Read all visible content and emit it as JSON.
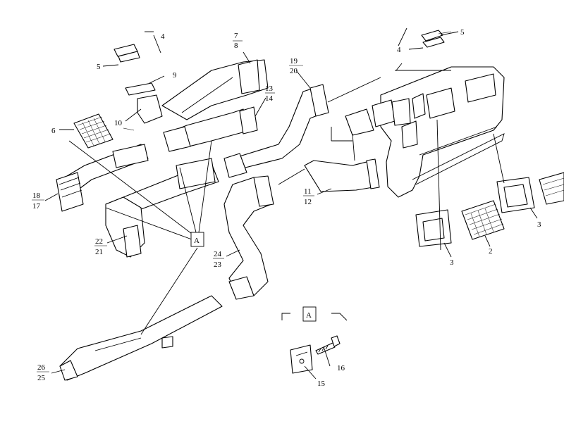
{
  "labels": {
    "l4a": "4",
    "l5a": "5",
    "l9": "9",
    "l10": "10",
    "l6": "6",
    "l7": "7",
    "l8": "8",
    "l13": "13",
    "l14": "14",
    "l19": "19",
    "l20": "20",
    "l18": "18",
    "l17": "17",
    "l22": "22",
    "l21": "21",
    "lA1": "A",
    "l24": "24",
    "l23": "23",
    "l11": "11",
    "l12": "12",
    "l4b": "4",
    "l5b": "5",
    "l3a": "3",
    "l3b": "3",
    "l2": "2",
    "l26": "26",
    "l25": "25",
    "lA2": "A",
    "l16": "16",
    "l15": "15"
  }
}
